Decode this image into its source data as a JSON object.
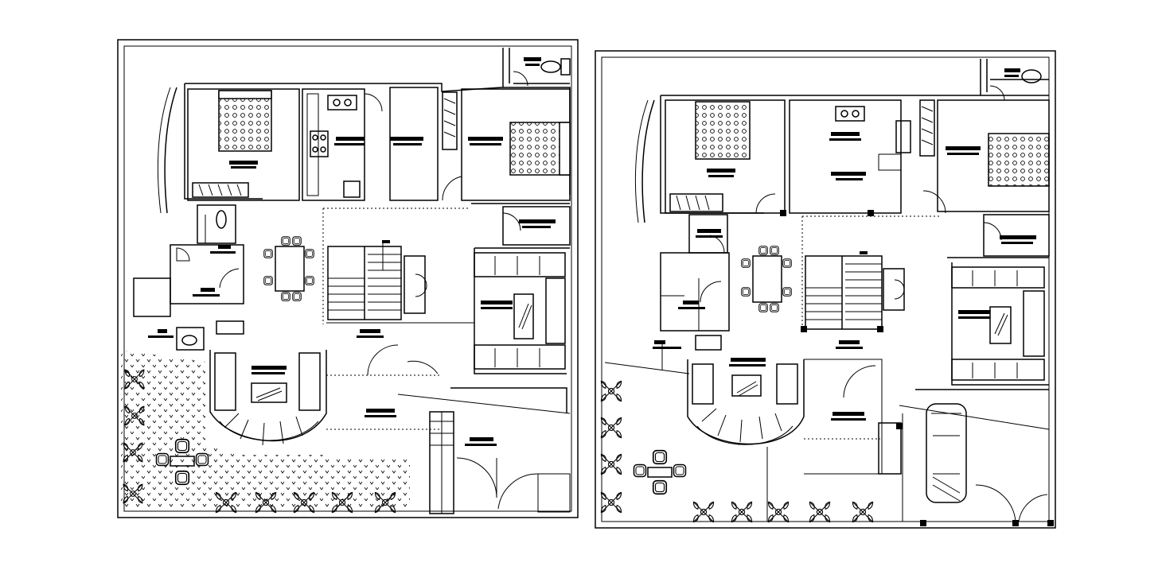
{
  "drawing": {
    "background": "#ffffff",
    "line_color": "#000000",
    "label_fill": "#000000",
    "labels_note": ""
  },
  "plans": [
    {
      "id": "left",
      "rooms": [
        "bedroom-1",
        "kitchen",
        "pantry",
        "bedroom-2",
        "toilet-1",
        "toilet-2",
        "store",
        "dining",
        "stair",
        "living",
        "lobby",
        "drawing-room",
        "porch",
        "parking",
        "lawn"
      ]
    },
    {
      "id": "right",
      "rooms": [
        "bedroom-1",
        "kitchen",
        "bedroom-2",
        "toilet-1",
        "toilet-2",
        "dining",
        "stair",
        "living",
        "drawing-room",
        "porch",
        "parking",
        "garden"
      ]
    }
  ]
}
